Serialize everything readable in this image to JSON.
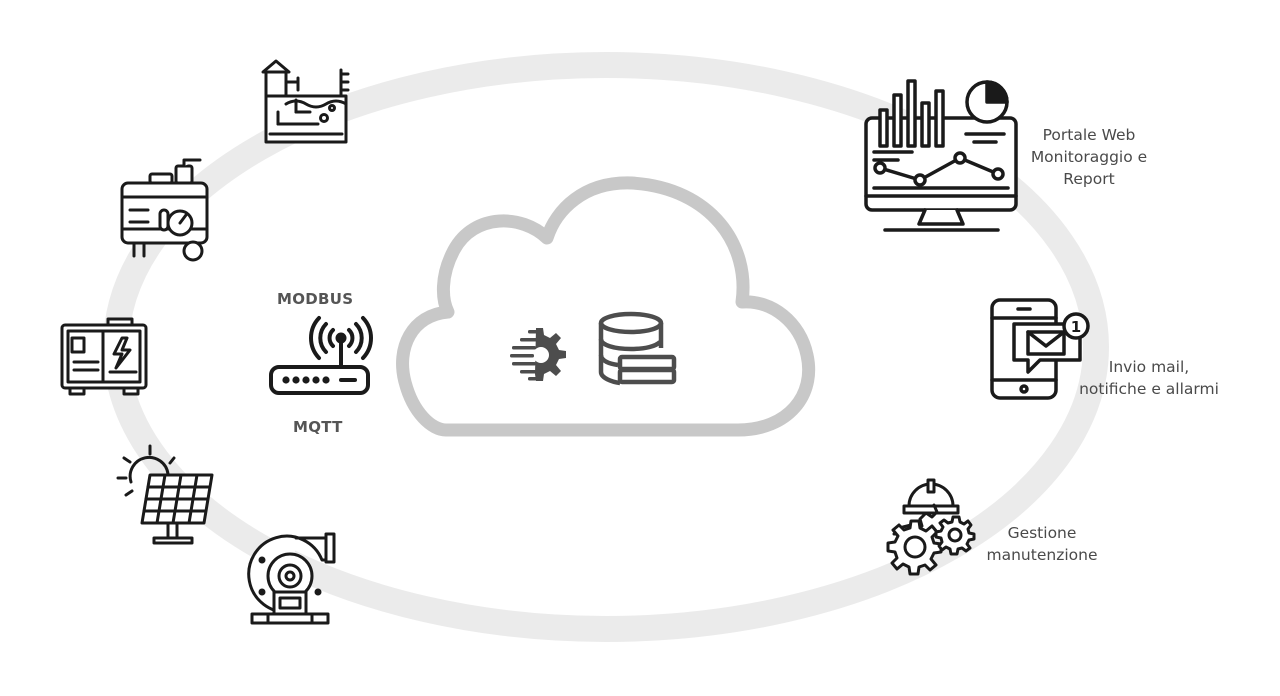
{
  "protocols": {
    "top": "MODBUS",
    "bottom": "MQTT"
  },
  "services": {
    "portal": {
      "line1": "Portale Web",
      "line2": "Monitoraggio e",
      "line3": "Report",
      "icon": "monitor-dashboard-icon"
    },
    "notifications": {
      "line1": "Invio mail,",
      "line2": "notifiche e allarmi",
      "icon": "smartphone-mail-notification-icon",
      "badge": "1"
    },
    "maintenance": {
      "line1": "Gestione",
      "line2": "manutenzione",
      "icon": "worker-helmet-gears-icon"
    }
  },
  "devices": [
    "water-treatment-plant-icon",
    "generator-icon",
    "power-cabinet-icon",
    "solar-panel-icon",
    "centrifugal-pump-icon"
  ],
  "cloud": {
    "icons": [
      "processing-gear-icon",
      "database-icon"
    ]
  },
  "colors": {
    "ring": "#ebebeb",
    "cloud_outline": "#c8c8c8",
    "icon_stroke": "#1a1a1a",
    "cloud_icons": "#4d4d4d",
    "label_text": "#4a4a4a"
  }
}
